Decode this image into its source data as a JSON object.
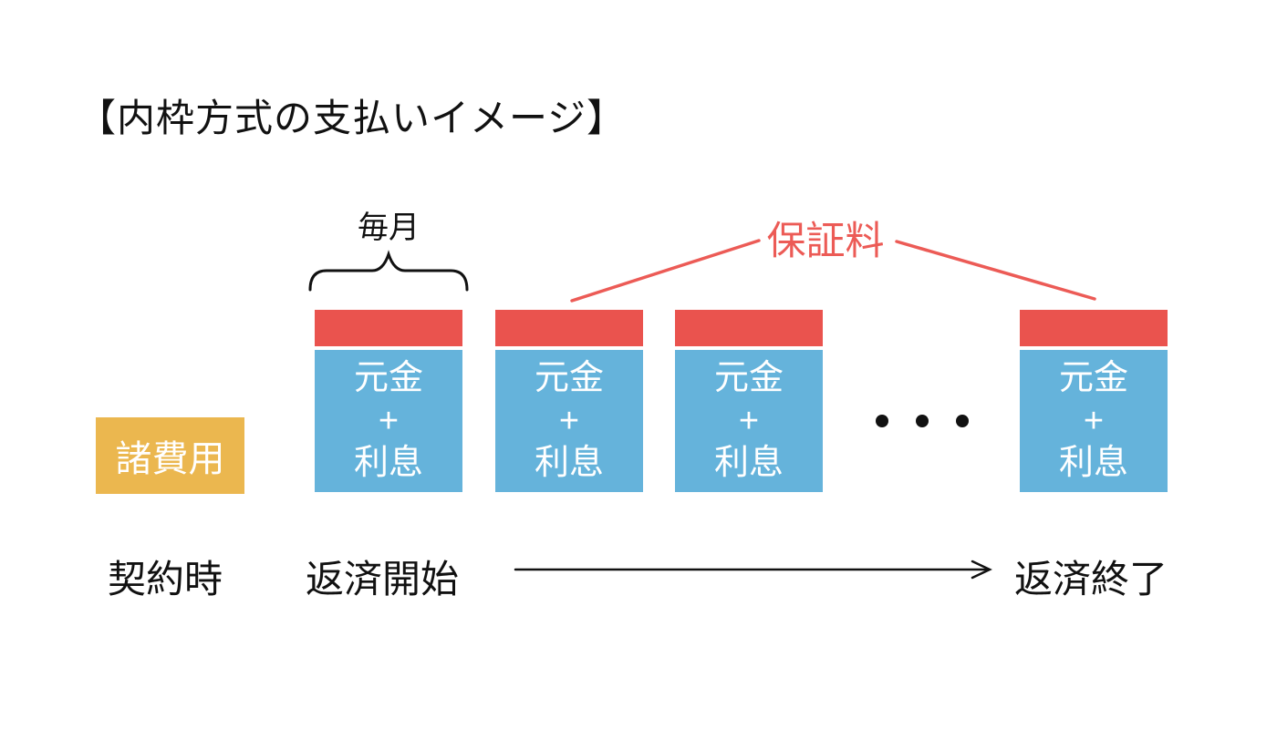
{
  "title": "【内枠方式の支払いイメージ】",
  "labels": {
    "monthly": "毎月",
    "guarantee_fee": "保証料",
    "misc_costs": "諸費用",
    "contract_time": "契約時",
    "repayment_start": "返済開始",
    "repayment_end": "返済終了"
  },
  "bars": [
    {
      "body": "元金\n+\n利息"
    },
    {
      "body": "元金\n+\n利息"
    },
    {
      "body": "元金\n+\n利息"
    },
    {
      "body": "元金\n+\n利息"
    }
  ],
  "icons": {
    "ellipsis": "three-dots",
    "brace": "curly-brace-up",
    "timeline_arrow": "right-arrow"
  },
  "colors": {
    "bar_top_red": "#EA534E",
    "bar_body_blue": "#65B3DB",
    "misc_costs_orange": "#EBB74F",
    "guarantee_fee_red": "#EC5B56",
    "text_black": "#111111",
    "background": "#FFFFFF"
  }
}
